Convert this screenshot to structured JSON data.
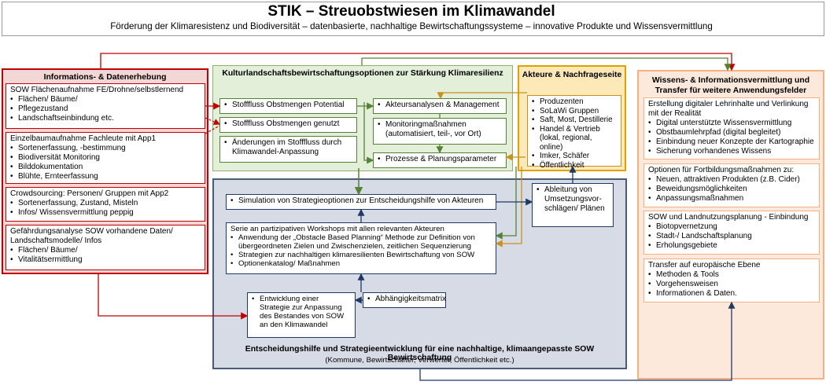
{
  "header": {
    "title": "STIK – Streuobstwiesen  im Klimawandel",
    "subtitle": "Förderung der Klimaresistenz und Biodiversität – datenbasierte, nachhaltige Bewirtschaftungssysteme – innovative Produkte und Wissensvermittlung"
  },
  "info": {
    "title": "Informations- & Datenerhebung",
    "boxes": [
      {
        "head": "SOW Flächenaufnahme FE/Drohne/selbstlernend",
        "items": [
          "Flächen/ Bäume/",
          "Pflegezustand",
          "Landschaftseinbindung etc."
        ]
      },
      {
        "head": "Einzelbaumaufnahme Fachleute mit App1",
        "items": [
          "Sortenerfassung, -bestimmung",
          "Biodiversität Monitoring",
          "Bilddokumentation",
          "Blühte, Ernteerfassung"
        ]
      },
      {
        "head": "Crowdsourcing: Personen/ Gruppen mit App2",
        "items": [
          "Sortenerfassung, Zustand, Misteln",
          "Infos/ Wissensvermittlung peppig"
        ]
      },
      {
        "head": "Gefährdungsanalyse SOW vorhandene Daten/ Landschaftsmodelle/ Infos",
        "items": [
          "Flächen/ Bäume/",
          "Vitalitätsermittlung"
        ]
      }
    ]
  },
  "kultur": {
    "title": "Kulturlandschaftsbewirtschaftungsoptionen zur Stärkung Klimaresilienz",
    "left": [
      "Stofffluss Obstmengen Potential",
      "Stofffluss Obstmengen genutzt",
      "Änderungen im Stofffluss durch Klimawandel-Anpassung"
    ],
    "right": [
      "Akteursanalysen & Management",
      "Monitoringmaßnahmen (automatisiert, teil-, vor Ort)",
      "Prozesse & Planungsparameter"
    ]
  },
  "akteure": {
    "title": "Akteure & Nachfrageseite",
    "items": [
      "Produzenten",
      "SoLaWi Gruppen",
      "Saft, Most, Destillerie",
      "Handel & Vertrieb (lokal, regional, online)",
      "Imker, Schäfer",
      "Öffentlichkeit"
    ]
  },
  "wissen": {
    "title": "Wissens- & Informationsvermittlung und Transfer für weitere Anwendungsfelder",
    "boxes": [
      {
        "head": "Erstellung digitaler Lehrinhalte und Verlinkung mit der Realität",
        "items": [
          "Digital unterstützte Wissensvermittlung",
          "Obstbaumlehrpfad (digital begleitet)",
          "Einbindung neuer Konzepte der Kartographie",
          "Sicherung vorhandenes Wissens"
        ]
      },
      {
        "head": "Optionen für Fortbildungsmaßnahmen zu:",
        "items": [
          "Neuen, attraktiven Produkten (z.B. Cider)",
          "Beweidungsmöglichkeiten",
          "Anpassungsmaßnahmen"
        ]
      },
      {
        "head": "SOW und Landnutzungsplanung - Einbindung",
        "items": [
          "Biotopvernetzung",
          "Stadt-/ Landschaftsplanung",
          "Erholungsgebiete"
        ]
      },
      {
        "head": "Transfer auf europäische Ebene",
        "items": [
          "Methoden & Tools",
          "Vorgehensweisen",
          "Informationen & Daten."
        ]
      }
    ]
  },
  "entsch": {
    "title": "Entscheidungshilfe und Strategieentwicklung für eine nachhaltige, klimaangepasste SOW Bewirtschaftung",
    "subtitle": "(Kommune, Bewirtschafter, Verwerter, Öffentlichkeit etc.)",
    "simulation": "Simulation von Strategieoptionen zur Entscheidungshilfe von Akteuren",
    "ableitung": "Ableitung von Umsetzungsvor-schlägen/ Plänen",
    "workshop_head": "Serie an partizipativen  Workshops mit allen relevanten Akteuren",
    "workshop_items": [
      "Anwendung der „Obstacle Based Planning“ Methode zur Definition von übergeordneten Zielen und Zwischenzielen, zeitlichen Sequenzierung",
      "Strategien zur nachhaltigen klimaresilienten Bewirtschaftung von SOW",
      "Optionenkatalog/ Maßnahmen"
    ],
    "strategie": "Entwicklung einer Strategie zur Anpassung des Bestandes von SOW an den Klimawandel",
    "matrix": "Abhängigkeitsmatrix"
  },
  "colors": {
    "red": "#c00000",
    "green": "#548235",
    "orange": "#c8901c",
    "navy": "#1f3864",
    "peach": "#f4b183"
  }
}
